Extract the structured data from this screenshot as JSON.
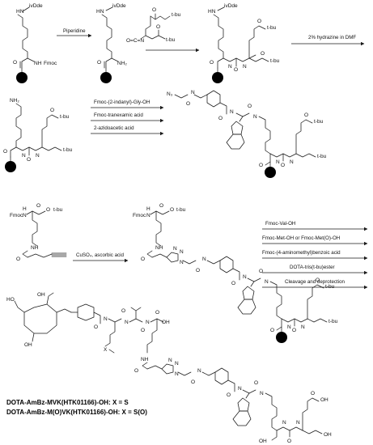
{
  "groups": {
    "ivdde": "ivDde",
    "hn": "HN",
    "nh2": "NH₂",
    "nh": "NH",
    "fmoc": "Fmoc",
    "tbu": "t-bu",
    "o": "O",
    "n": "N",
    "h": "H",
    "oh": "OH",
    "ho": "HO",
    "n3": "N₃",
    "x": "X",
    "ocn": "O=C=N"
  },
  "reagents": {
    "r1": "Piperidine",
    "r3": "2% hydrazine in DMF",
    "r4a": "Fmoc-(2-indanyl)-Gly-OH",
    "r4b": "Fmoc-tranexamic acid",
    "r4c": "2-azidoacetic acid",
    "r5": "CuSO₄, ascorbic acid",
    "r6a": "Fmoc-Val-OH",
    "r6b": "Fmoc-Met-OH or Fmoc-Met(O)-OH",
    "r6c": "Fmoc-(4-aminomethyl)benzoic acid",
    "r6d": "DOTA-tris(t-bu)ester",
    "r6e": "Cleavage and deprotection"
  },
  "captions": {
    "c1_name": "DOTA-AmBz-MVK(HTK01166)-OH",
    "c1_eq": ": X = S",
    "c2_name": "DOTA-AmBz-M(O)VK(HTK01166)-OH",
    "c2_eq": ": X = S(O)"
  }
}
